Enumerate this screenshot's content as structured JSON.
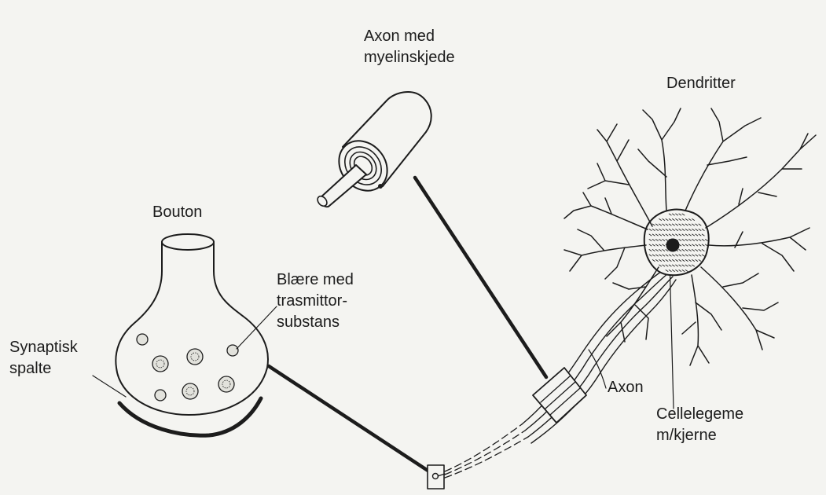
{
  "labels": {
    "axon_myelin": "Axon med\nmyelinskjede",
    "dendritter": "Dendritter",
    "bouton": "Bouton",
    "blaere": "Blære med\ntrasmittor-\nsubstans",
    "synaptisk": "Synaptisk\nspalte",
    "axon": "Axon",
    "cellelegeme": "Cellelegeme\nm/kjerne"
  },
  "colors": {
    "ink": "#1c1c1c",
    "paper": "#f4f4f1",
    "vesicle": "#e2e2dc"
  }
}
